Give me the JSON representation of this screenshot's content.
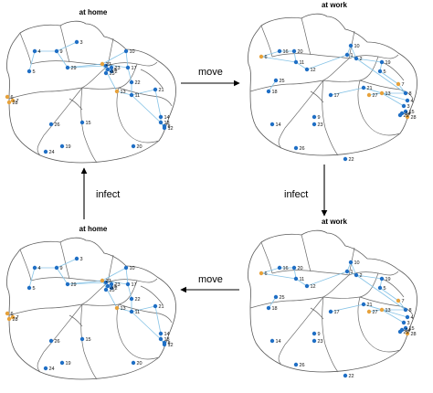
{
  "colors": {
    "node": "#1f6fc5",
    "highlight": "#e7a23b",
    "link": "#86c3e6",
    "outline": "#5a5a5a"
  },
  "panels": [
    {
      "id": "top-left",
      "title": "at home",
      "layout": "home"
    },
    {
      "id": "top-right",
      "title": "at work",
      "layout": "work"
    },
    {
      "id": "bottom-right",
      "title": "at work",
      "layout": "work"
    },
    {
      "id": "bottom-left",
      "title": "at home",
      "layout": "home"
    }
  ],
  "transitions": {
    "top": "move",
    "right": "infect",
    "bottom": "move",
    "left": "infect"
  },
  "highlighted_nodes": [
    "27",
    "13",
    "7",
    "6",
    "28"
  ],
  "node_labels": [
    "1",
    "2",
    "3",
    "4",
    "5",
    "6",
    "7",
    "8",
    "9",
    "10",
    "11",
    "12",
    "13",
    "14",
    "15",
    "16",
    "17",
    "18",
    "19",
    "20",
    "21",
    "22",
    "23",
    "24",
    "25",
    "26",
    "27",
    "28",
    "29"
  ]
}
